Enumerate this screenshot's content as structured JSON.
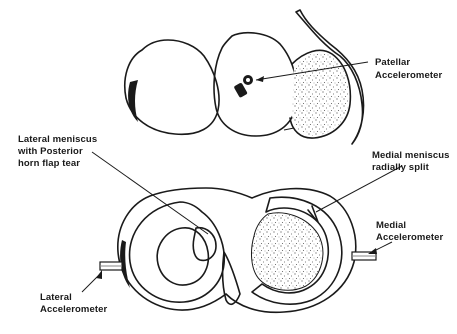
{
  "figure": {
    "labels": {
      "patellar": [
        "Patellar",
        "Accelerometer"
      ],
      "lateral_meniscus": [
        "Lateral meniscus",
        "with Posterior",
        "horn flap tear"
      ],
      "medial_meniscus": [
        "Medial meniscus",
        "radially split"
      ],
      "medial_accel": [
        "Medial",
        "Accelerometer"
      ],
      "lateral_accel": [
        "Lateral",
        "Accelerometer"
      ]
    },
    "icons": [
      "patellar-accelerometer-sensor",
      "lateral-accelerometer-rod",
      "medial-accelerometer-rod"
    ],
    "colors": {
      "ink": "#1a1a1a",
      "background": "#ffffff",
      "stipple": "#555555"
    }
  }
}
